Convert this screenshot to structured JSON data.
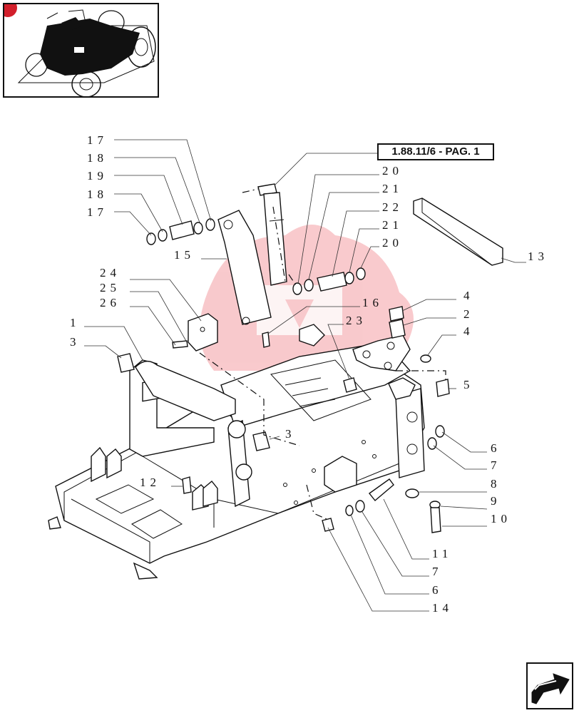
{
  "reference": "1.88.11/6 - PAG. 1",
  "callouts": {
    "c17a": "17",
    "c18a": "18",
    "c19": "19",
    "c18b": "18",
    "c17b": "17",
    "c15": "15",
    "c24": "24",
    "c25": "25",
    "c26": "26",
    "c1": "1",
    "c3a": "3",
    "c20a": "20",
    "c21a": "21",
    "c22": "22",
    "c21b": "21",
    "c20b": "20",
    "c13": "13",
    "c16": "16",
    "c23": "23",
    "c4a": "4",
    "c2": "2",
    "c4b": "4",
    "c5": "5",
    "c3b": "3",
    "c6a": "6",
    "c7a": "7",
    "c8": "8",
    "c9": "9",
    "c10": "10",
    "c12": "12",
    "c11": "11",
    "c7b": "7",
    "c6b": "6",
    "c14": "14"
  },
  "icons": {
    "thumbnail": "tractor-thumbnail-icon",
    "next": "next-page-arrow-icon",
    "watermark": "brand-watermark-icon"
  },
  "colors": {
    "watermark": "#e8404a",
    "badge": "#d21f2b",
    "ink": "#111111"
  }
}
